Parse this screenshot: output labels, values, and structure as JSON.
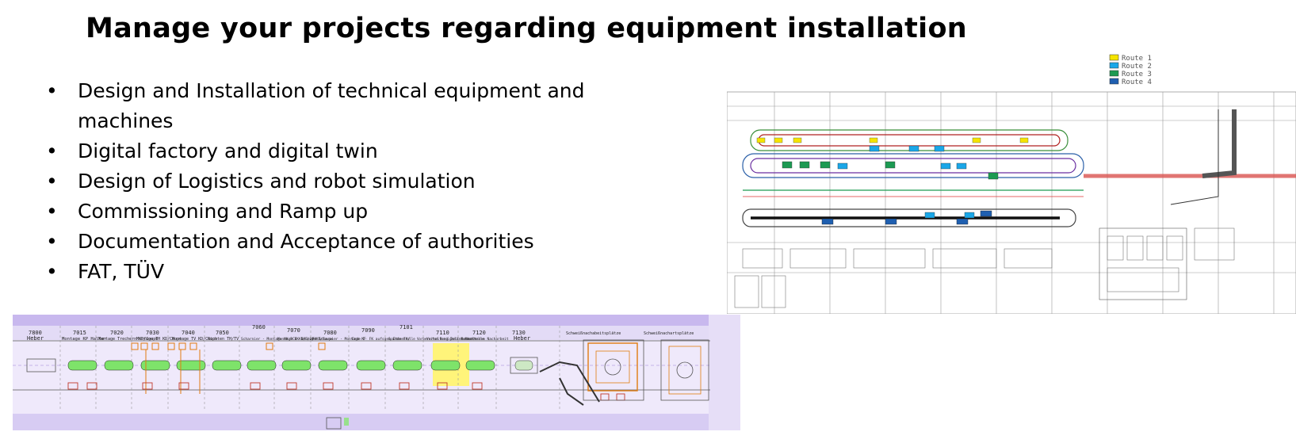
{
  "slide": {
    "title": "Manage your projects regarding equipment installation",
    "bullets": [
      "Design and Installation of technical equipment and machines",
      "Digital factory and digital twin",
      "Design of Logistics and robot simulation",
      "Commissioning and Ramp up",
      "Documentation and Acceptance of authorities",
      "FAT, TÜV"
    ]
  },
  "route_legend": [
    {
      "label": "Route 1",
      "color": "#f5e400"
    },
    {
      "label": "Route 2",
      "color": "#1aa7e8"
    },
    {
      "label": "Route 3",
      "color": "#1c9a52"
    },
    {
      "label": "Route 4",
      "color": "#1f5fb0"
    }
  ],
  "line_layout": {
    "stations": [
      {
        "code": "7800",
        "label": "Heber"
      },
      {
        "code": "7015",
        "label": "Montage KP Halter"
      },
      {
        "code": "7020",
        "label": "Montage Trechern KD/Coupe"
      },
      {
        "code": "7030",
        "label": "Montage TH KD/Coupe"
      },
      {
        "code": "7040",
        "label": "Montage TV KD/Coupe"
      },
      {
        "code": "7050",
        "label": "Richten TH/TV"
      },
      {
        "code": "7060",
        "label": "Scharnier - Montage HK BCE KD/Coupe"
      },
      {
        "code": "7070",
        "label": "Montage HK NAH/2P KD/Coupe"
      },
      {
        "code": "7080",
        "label": "FK Scharnier - Montage KF"
      },
      {
        "code": "7090",
        "label": "Ende T- FK aufsgen Ende FK/"
      },
      {
        "code": "7101",
        "label": "Spaltkontrolle Vorbereiten Bendigkeit Messstle"
      },
      {
        "code": "7110",
        "label": "Vorhaltung Inline Messtelle"
      },
      {
        "code": "7120",
        "label": "Lackettasen Nacharbeit"
      },
      {
        "code": "7130",
        "label": "Heber"
      }
    ],
    "zones": [
      "Schweißnachabeitsplätze",
      "Schweißnachartsplätze"
    ]
  }
}
